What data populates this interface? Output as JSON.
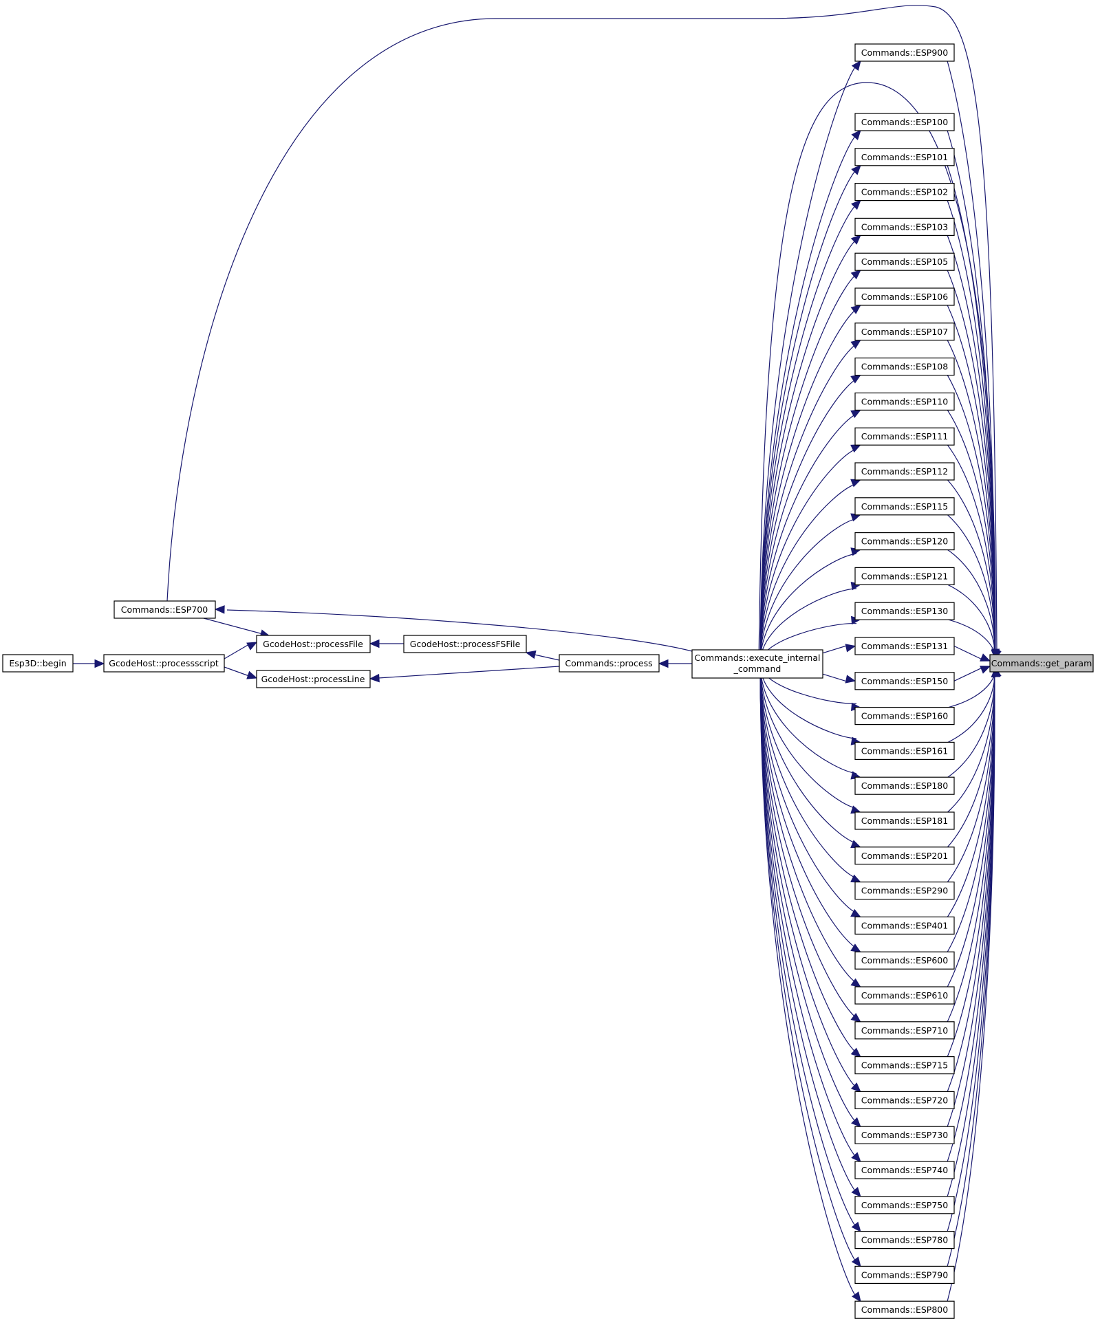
{
  "colors": {
    "edge": "#191970",
    "node_border": "#000000",
    "node_fill": "#ffffff",
    "selected_fill": "#bfbfbf"
  },
  "nodes": {
    "get_param": "Commands::get_param",
    "execute_line1": "Commands::execute_internal",
    "execute_line2": "_command",
    "process": "Commands::process",
    "esp700": "Commands::ESP700",
    "processFile": "GcodeHost::processFile",
    "processFSFile": "GcodeHost::processFSFile",
    "processLine": "GcodeHost::processLine",
    "processscript": "GcodeHost::processscript",
    "begin": "Esp3D::begin",
    "esp": [
      "Commands::ESP900",
      "Commands::ESP100",
      "Commands::ESP101",
      "Commands::ESP102",
      "Commands::ESP103",
      "Commands::ESP105",
      "Commands::ESP106",
      "Commands::ESP107",
      "Commands::ESP108",
      "Commands::ESP110",
      "Commands::ESP111",
      "Commands::ESP112",
      "Commands::ESP115",
      "Commands::ESP120",
      "Commands::ESP121",
      "Commands::ESP130",
      "Commands::ESP131",
      "Commands::ESP150",
      "Commands::ESP160",
      "Commands::ESP161",
      "Commands::ESP180",
      "Commands::ESP181",
      "Commands::ESP201",
      "Commands::ESP290",
      "Commands::ESP401",
      "Commands::ESP600",
      "Commands::ESP610",
      "Commands::ESP710",
      "Commands::ESP715",
      "Commands::ESP720",
      "Commands::ESP730",
      "Commands::ESP740",
      "Commands::ESP750",
      "Commands::ESP780",
      "Commands::ESP790",
      "Commands::ESP800"
    ]
  }
}
